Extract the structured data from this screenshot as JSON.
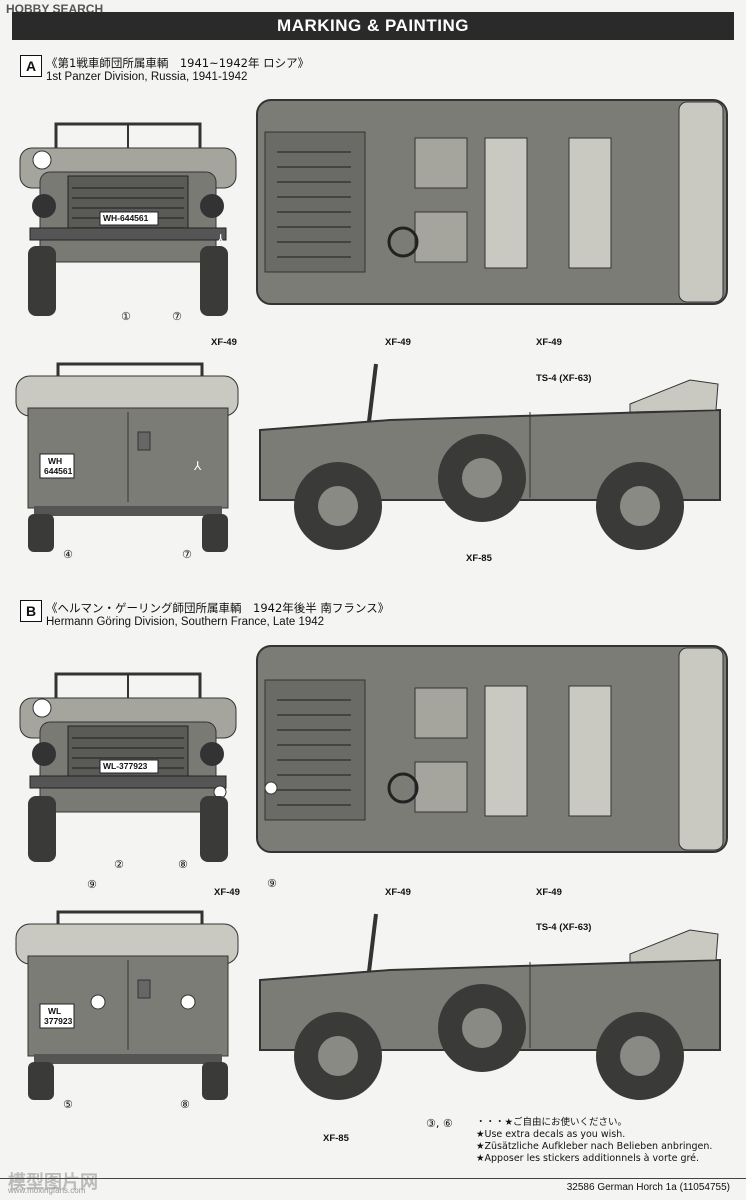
{
  "logo": {
    "text": "HOBBY SEARCH"
  },
  "header": {
    "title": "MARKING & PAINTING"
  },
  "sectionA": {
    "letter": "A",
    "jp": "《第1戦車師団所属車輌　1941~1942年 ロシア》",
    "en": "1st Panzer Division, Russia, 1941-1942",
    "plate_front": "WH-644561",
    "plate_rear_top": "WH",
    "plate_rear_bottom": "644561",
    "callouts": {
      "c1": "①",
      "c7a": "⑦",
      "c4": "④",
      "c7b": "⑦"
    },
    "paint": {
      "top_left": "XF-49",
      "top_right": "XF-49",
      "rear_top": "XF-49",
      "side_top": "TS-4 (XF-63)",
      "side_bottom": "XF-85"
    }
  },
  "sectionB": {
    "letter": "B",
    "jp": "《ヘルマン・ゲーリング師団所属車輌　1942年後半 南フランス》",
    "en": "Hermann Göring Division, Southern France, Late 1942",
    "plate_front": "WL-377923",
    "plate_rear_top": "WL",
    "plate_rear_bottom": "377923",
    "callouts": {
      "c2": "②",
      "c8a": "⑧",
      "c9a": "⑨",
      "c9b": "⑨",
      "c5": "⑤",
      "c8b": "⑧"
    },
    "paint": {
      "top_left": "XF-49",
      "top_right": "XF-49",
      "rear_top": "XF-49",
      "side_top": "TS-4 (XF-63)",
      "side_bottom": "XF-85"
    }
  },
  "notes": {
    "callout_ref": "③, ⑥",
    "jp": "・・・★ご自由にお使いください。",
    "en": "★Use extra decals as you wish.",
    "de": "★Züsätzliche Aufkleber nach Belieben anbringen.",
    "fr": "★Apposer les stickers additionnels à vorte gré."
  },
  "footer": {
    "text": "32586  German Horch 1a (11054755)"
  },
  "watermark": {
    "text": "模型图片网",
    "url": "www.moxingfans.com"
  },
  "colors": {
    "vehicle_dark": "#6a6a66",
    "vehicle_mid": "#8a8a84",
    "vehicle_light": "#a5a59e",
    "canvas": "#c9c9c2",
    "tire": "#3a3a38"
  }
}
